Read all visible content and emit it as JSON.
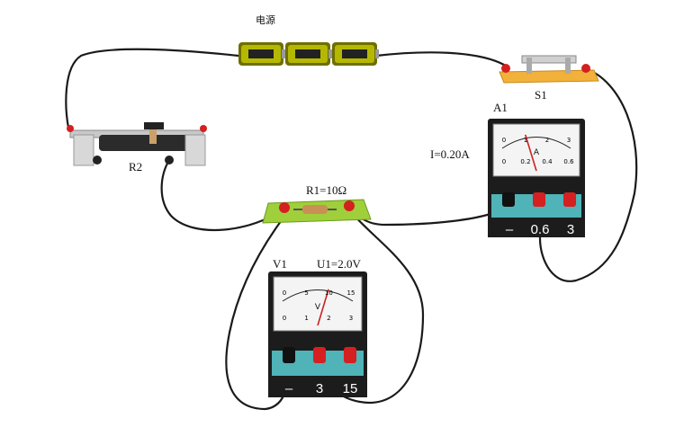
{
  "labels": {
    "power": "电源",
    "switch": "S1",
    "ammeter": "A1",
    "current_reading": "I=0.20A",
    "rheostat": "R2",
    "resistor": "R1=10Ω",
    "voltmeter": "V1",
    "voltage_reading": "U1=2.0V"
  },
  "ammeter": {
    "unit": "A",
    "scale_top": [
      "0",
      "1",
      "2",
      "3"
    ],
    "scale_bottom": [
      "0",
      "0.2",
      "0.4",
      "0.6"
    ],
    "terminals": [
      "–",
      "0.6",
      "3"
    ],
    "reading_fraction": 0.33
  },
  "voltmeter": {
    "unit": "V",
    "scale_top": [
      "0",
      "5",
      "10",
      "15"
    ],
    "scale_bottom": [
      "0",
      "1",
      "2",
      "3"
    ],
    "terminals": [
      "–",
      "3",
      "15"
    ],
    "reading_fraction": 0.667
  },
  "colors": {
    "wire": "#1a1a1a",
    "terminal_red": "#d42020",
    "terminal_black": "#111111",
    "meter_base": "#1c1c1c",
    "meter_panel": "#4fb3b8",
    "battery": "#b5b800",
    "board_green": "#9fcf3a",
    "switch_base": "#f2b13a"
  }
}
